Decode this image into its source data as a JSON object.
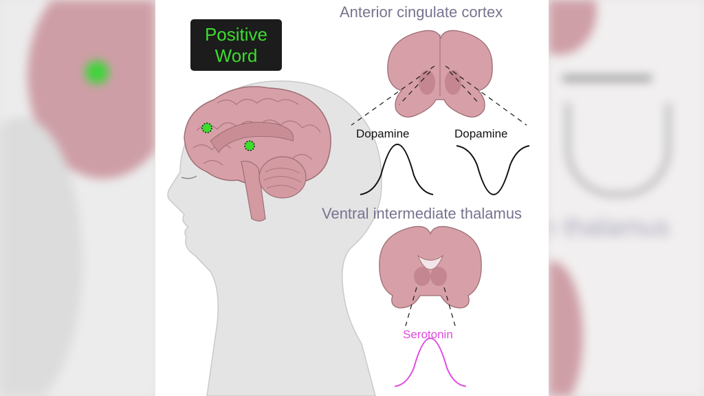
{
  "cue_box": {
    "line1": "Positive",
    "line2": "Word"
  },
  "regions": {
    "acc_title": "Anterior cingulate cortex",
    "thalamus_title": "Ventral intermediate thalamus"
  },
  "responses": {
    "left_label": "Dopamine",
    "right_label": "Dopamine",
    "serotonin_label": "Serotonin"
  },
  "colors": {
    "cue_text": "#3ddc2f",
    "title_text": "#77738f",
    "serotonin": "#e04be0",
    "brain": "#d7a0a8"
  }
}
